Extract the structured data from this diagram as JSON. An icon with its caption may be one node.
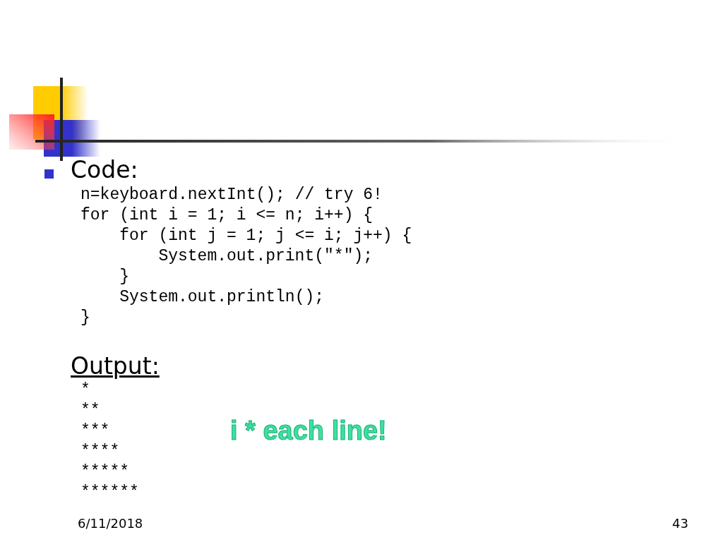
{
  "diagram": {
    "labels": [
      "Code:",
      "n=keyboard.nextInt(); // try 6!",
      "for (int i = 1; i <= n; i++) {",
      "for (int j = 1; j <= i; j++) {",
      "System.out.print(\"*\");",
      "}",
      "System.out.println();",
      "}",
      "Output:",
      "*",
      "**",
      "***",
      "****",
      "*****",
      "******",
      "i * each line!",
      "6/11/2018",
      "43"
    ]
  }
}
